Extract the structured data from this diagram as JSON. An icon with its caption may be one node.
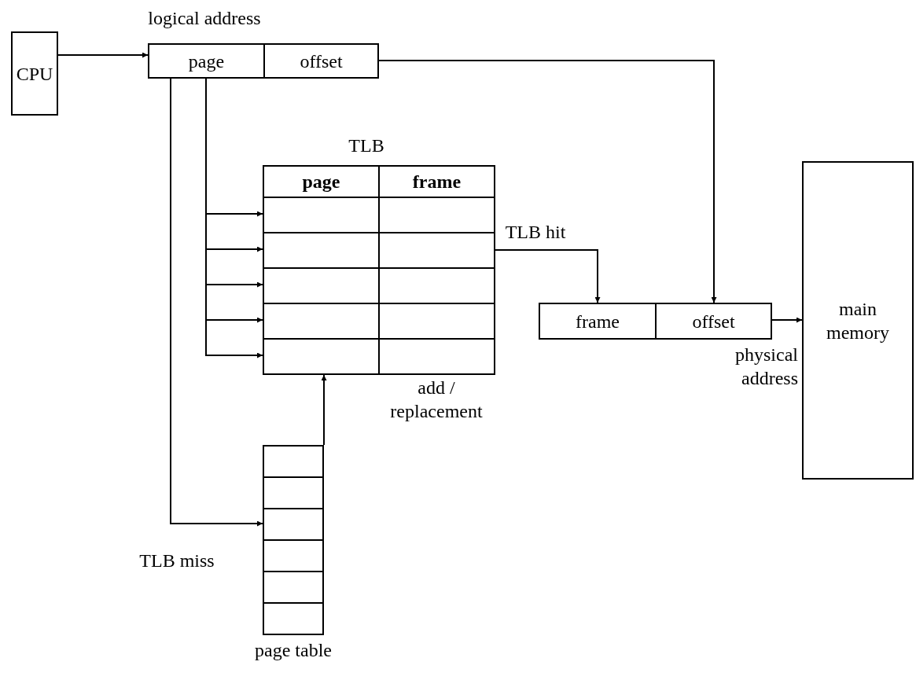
{
  "diagram": {
    "nodes": [
      {
        "text": [
          "CPU"
        ]
      },
      {
        "text": [
          "logical address"
        ]
      },
      {
        "text": [
          "page"
        ],
        "in": 1
      },
      {
        "text": [
          "offset"
        ],
        "in": 1
      },
      {
        "text": [
          "TLB"
        ]
      },
      {
        "text": [
          "page"
        ],
        "in": 4
      },
      {
        "text": [
          "frame"
        ],
        "in": 4
      },
      {
        "text": [
          "page table"
        ]
      },
      {
        "text": [
          "frame"
        ]
      },
      {
        "text": [
          "offset"
        ]
      },
      {
        "text": [
          "main memory"
        ]
      }
    ],
    "edges": [
      {
        "from": 0,
        "to": 1,
        "arrow": "to"
      },
      {
        "from": 2,
        "to": 4,
        "arrow": "to"
      },
      {
        "from": 2,
        "to": 4,
        "arrow": "to"
      },
      {
        "from": 2,
        "to": 4,
        "arrow": "to"
      },
      {
        "from": 2,
        "to": 4,
        "arrow": "to"
      },
      {
        "from": 2,
        "to": 4,
        "arrow": "to"
      },
      {
        "from": 2,
        "to": 7,
        "arrow": "to",
        "label": "TLB miss"
      },
      {
        "from": 3,
        "to": 9,
        "arrow": "to"
      },
      {
        "from": 4,
        "to": 8,
        "arrow": "to",
        "label": "TLB hit"
      },
      {
        "from": 7,
        "to": 4,
        "arrow": "to",
        "label": "add / replacement"
      },
      {
        "from": 9,
        "to": 10,
        "arrow": "to"
      }
    ],
    "labels": [
      "physical address"
    ]
  }
}
